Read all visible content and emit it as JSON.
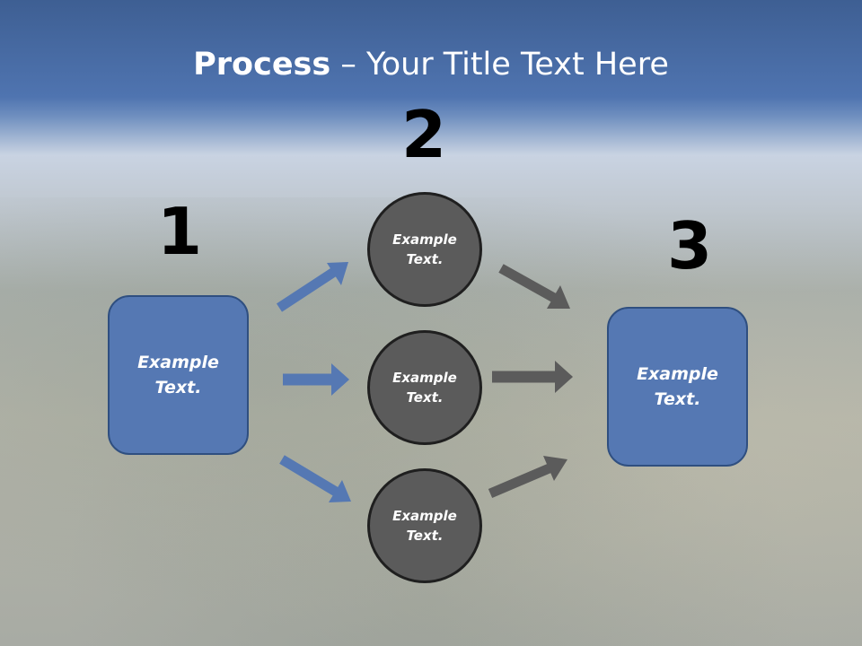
{
  "title": {
    "bold": "Process",
    "rest": " – Your Title Text Here"
  },
  "steps": [
    {
      "number": "1"
    },
    {
      "number": "2"
    },
    {
      "number": "3"
    }
  ],
  "boxes": [
    {
      "line1": "Example",
      "line2": "Text."
    },
    {
      "line1": "Example",
      "line2": "Text."
    }
  ],
  "circles": [
    {
      "line1": "Example",
      "line2": "Text."
    },
    {
      "line1": "Example",
      "line2": "Text."
    },
    {
      "line1": "Example",
      "line2": "Text."
    }
  ],
  "colors": {
    "blue": "#5578b3",
    "grey": "#5b5b5b"
  }
}
